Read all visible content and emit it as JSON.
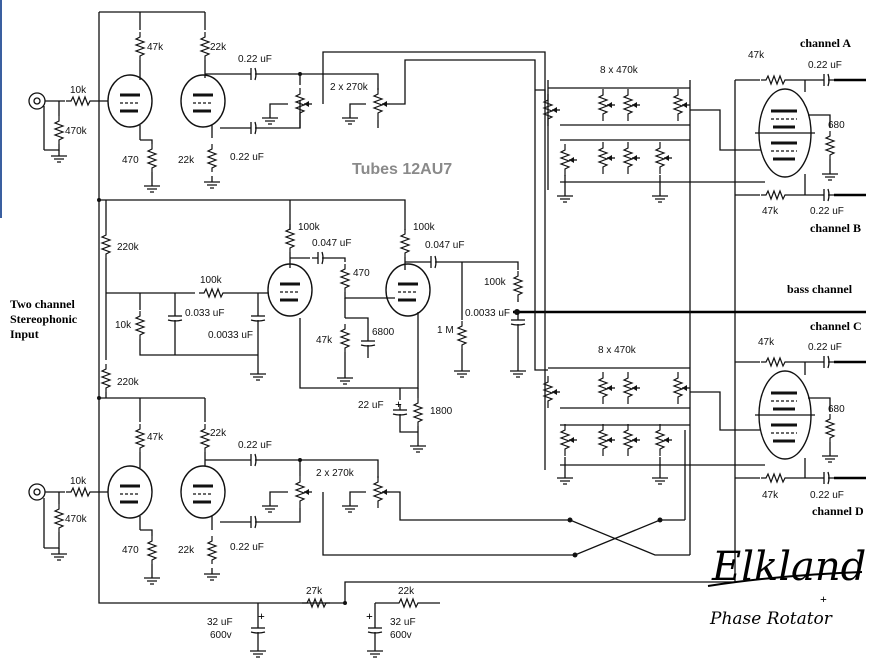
{
  "title": "Tubes 12AU7",
  "input_label": [
    "Two channel",
    "Stereophonic",
    "Input"
  ],
  "outputs": {
    "a": "channel A",
    "b": "channel B",
    "bass": "bass channel",
    "c": "channel C",
    "d": "channel D"
  },
  "logo": {
    "name": "Elkland",
    "subtitle": "Phase Rotator"
  },
  "parts": {
    "r_10k": "10k",
    "r_470k": "470k",
    "r_470": "470",
    "r_47k": "47k",
    "r_22k": "22k",
    "r_100k": "100k",
    "r_220k": "220k",
    "r_27k": "27k",
    "r_1m": "1 M",
    "r_6800": "6800",
    "r_1800": "1800",
    "r_680": "680",
    "c_022": "0.22 uF",
    "c_0047": "0.047 uF",
    "c_0033": "0.033 uF",
    "c_00033": "0.0033 uF",
    "c_22": "22 uF",
    "c_32": "32 uF",
    "v_600": "600v",
    "pot_2x270k": "2 x 270k",
    "pot_8x470k": "8 x 470k"
  }
}
